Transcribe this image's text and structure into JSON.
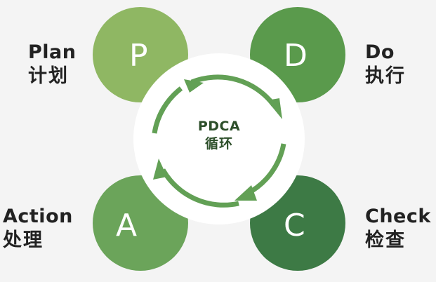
{
  "colors": {
    "background": "#f4f4f4",
    "circle_p": "#8fb763",
    "circle_d": "#5a9a4c",
    "circle_c": "#3d7a45",
    "circle_a": "#6ba45a",
    "arrow": "#62a055",
    "inner_ring": "#ffffff"
  },
  "center": {
    "line1": "PDCA",
    "line2": "循环"
  },
  "nodes": [
    {
      "key": "p",
      "letter": "P",
      "label_en": "Plan",
      "label_cn": "计划"
    },
    {
      "key": "d",
      "letter": "D",
      "label_en": "Do",
      "label_cn": "执行"
    },
    {
      "key": "c",
      "letter": "C",
      "label_en": "Check",
      "label_cn": "检查"
    },
    {
      "key": "a",
      "letter": "A",
      "label_en": "Action",
      "label_cn": "处理"
    }
  ]
}
